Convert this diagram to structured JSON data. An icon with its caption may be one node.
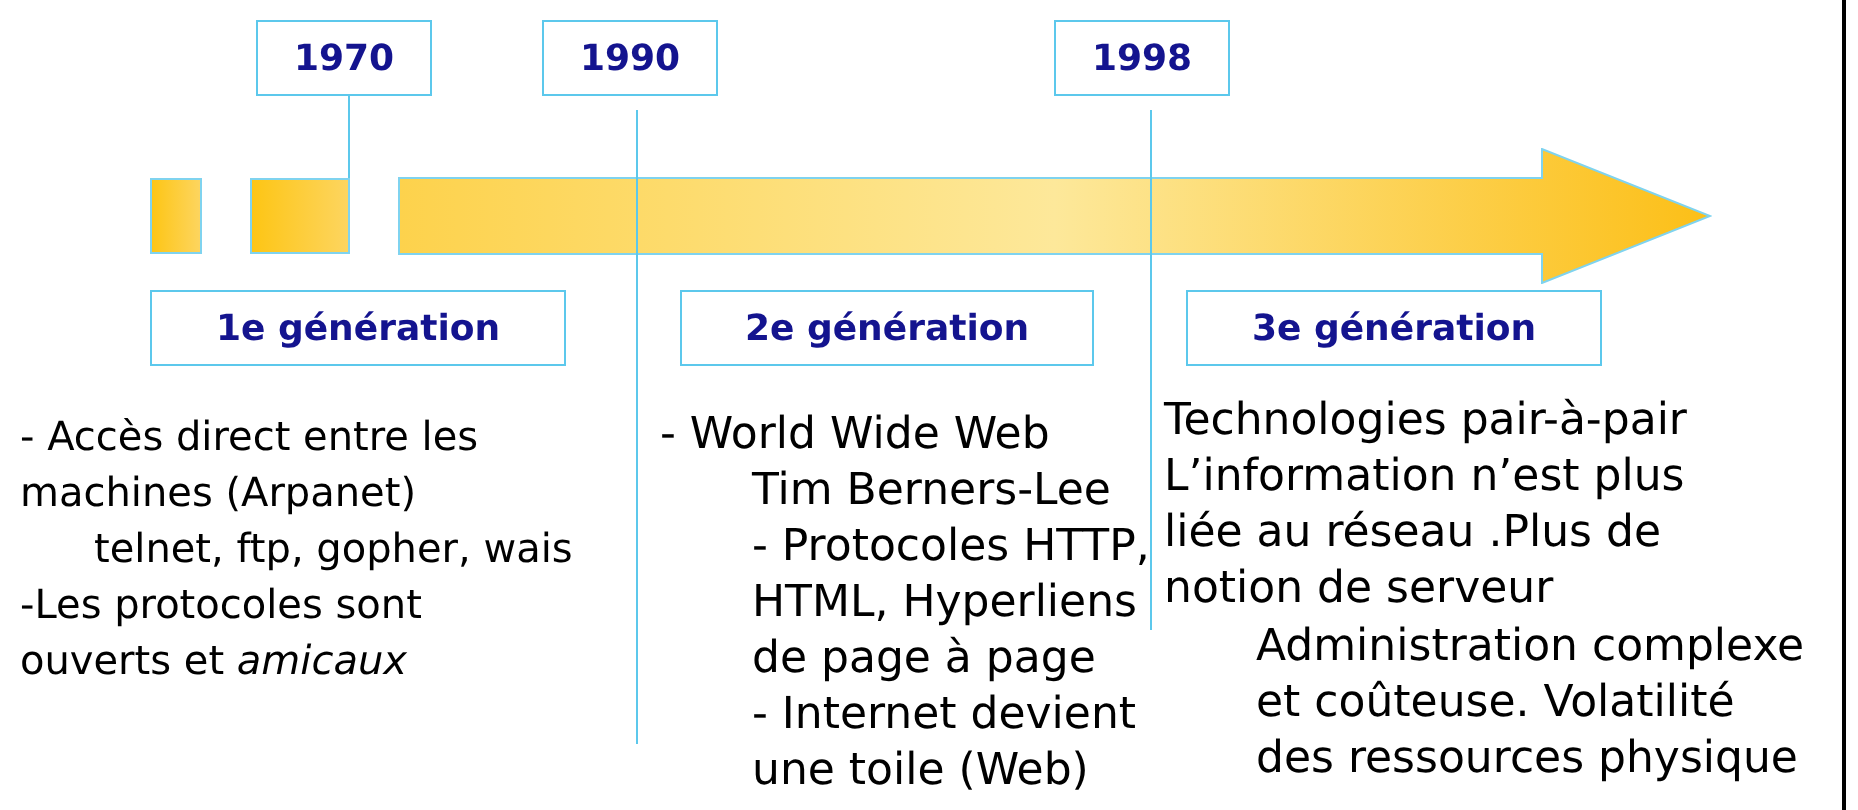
{
  "diagram": {
    "nodes": [
      {
        "text": [
          "1970"
        ]
      },
      {
        "text": [
          "1990"
        ]
      },
      {
        "text": [
          "1998"
        ]
      },
      {
        "text": [],
        "shape": "box"
      },
      {
        "text": [],
        "shape": "box"
      },
      {
        "text": [],
        "shape": "arrow"
      },
      {
        "text": [
          "1e génération"
        ]
      },
      {
        "text": [
          "2e génération"
        ]
      },
      {
        "text": [
          "3e génération"
        ]
      }
    ],
    "edges": [
      {
        "from": 0,
        "to": 4,
        "arrow": "none"
      }
    ],
    "labels": [
      "- Accès direct entre les machines (Arpanet)",
      "telnet, ftp, gopher, wais",
      "-Les protocoles sont ouverts et *amicaux*",
      "- World Wide Web",
      "Tim Berners-Lee",
      "- Protocoles HTTP, HTML, Hyperliens de page à page",
      "- Internet devient une toile (Web)",
      "Technologies pair-à-pair",
      "L’information n’est plus liée au réseau .Plus de notion de serveur",
      "Administration complexe et coûteuse. Volatilité des ressources physique"
    ]
  }
}
